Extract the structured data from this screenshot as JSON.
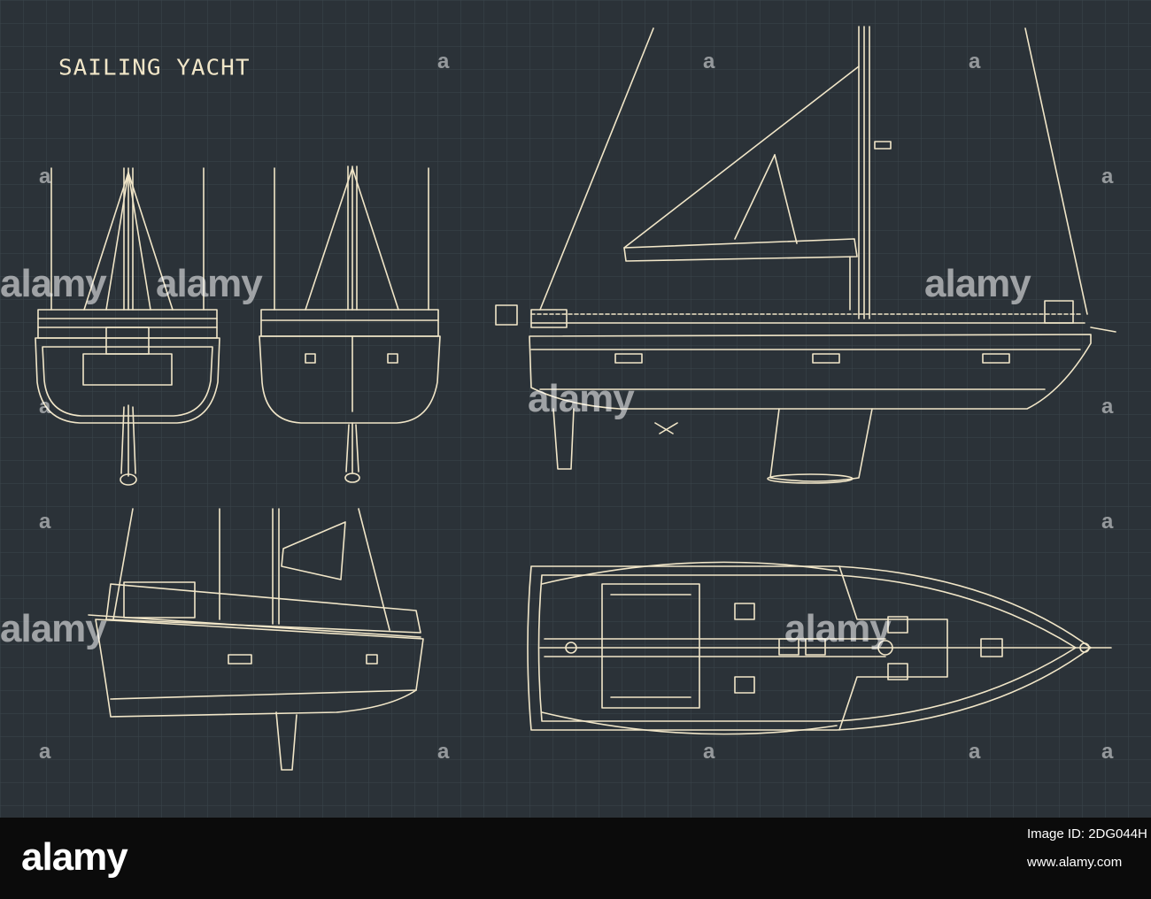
{
  "title": "SAILING YACHT",
  "watermark": {
    "text": "alamy",
    "icon_text": "a"
  },
  "footer": {
    "logo": "alamy",
    "image_id": "Image ID: 2DG044H",
    "url": "www.alamy.com"
  },
  "views": [
    "stern-view",
    "bow-view",
    "side-profile",
    "perspective-view",
    "deck-plan"
  ],
  "colors": {
    "background": "#2b3238",
    "grid": "#3b454c",
    "line": "#f1e6c8",
    "footer": "#0b0b0b"
  }
}
